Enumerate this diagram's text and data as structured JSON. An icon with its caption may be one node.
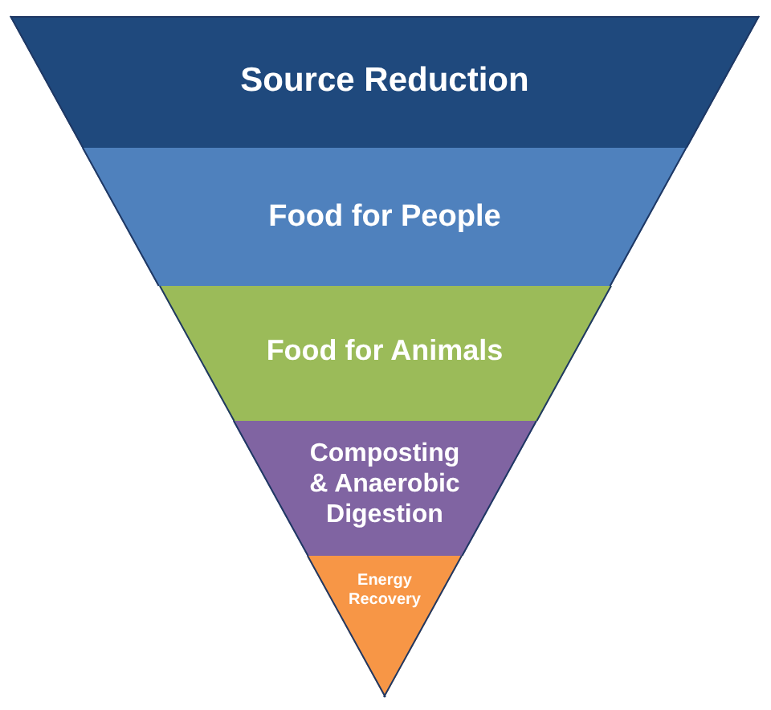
{
  "diagram": {
    "nodes": [
      {
        "text": [
          "Source Reduction"
        ]
      },
      {
        "text": [
          "Food for People"
        ]
      },
      {
        "text": [
          "Food for Animals"
        ]
      },
      {
        "text": [
          "Composting & Anaerobic Digestion"
        ]
      },
      {
        "text": [
          "Energy Recovery"
        ]
      }
    ]
  }
}
